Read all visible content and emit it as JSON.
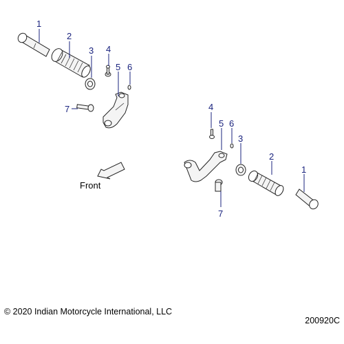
{
  "callouts": {
    "left": [
      "1",
      "2",
      "3",
      "4",
      "5",
      "6",
      "7"
    ],
    "right": [
      "4",
      "5",
      "6",
      "3",
      "2",
      "1",
      "7"
    ]
  },
  "front_label": "Front",
  "copyright": "© 2020 Indian Motorcycle International, LLC",
  "diagram_id": "200920C"
}
